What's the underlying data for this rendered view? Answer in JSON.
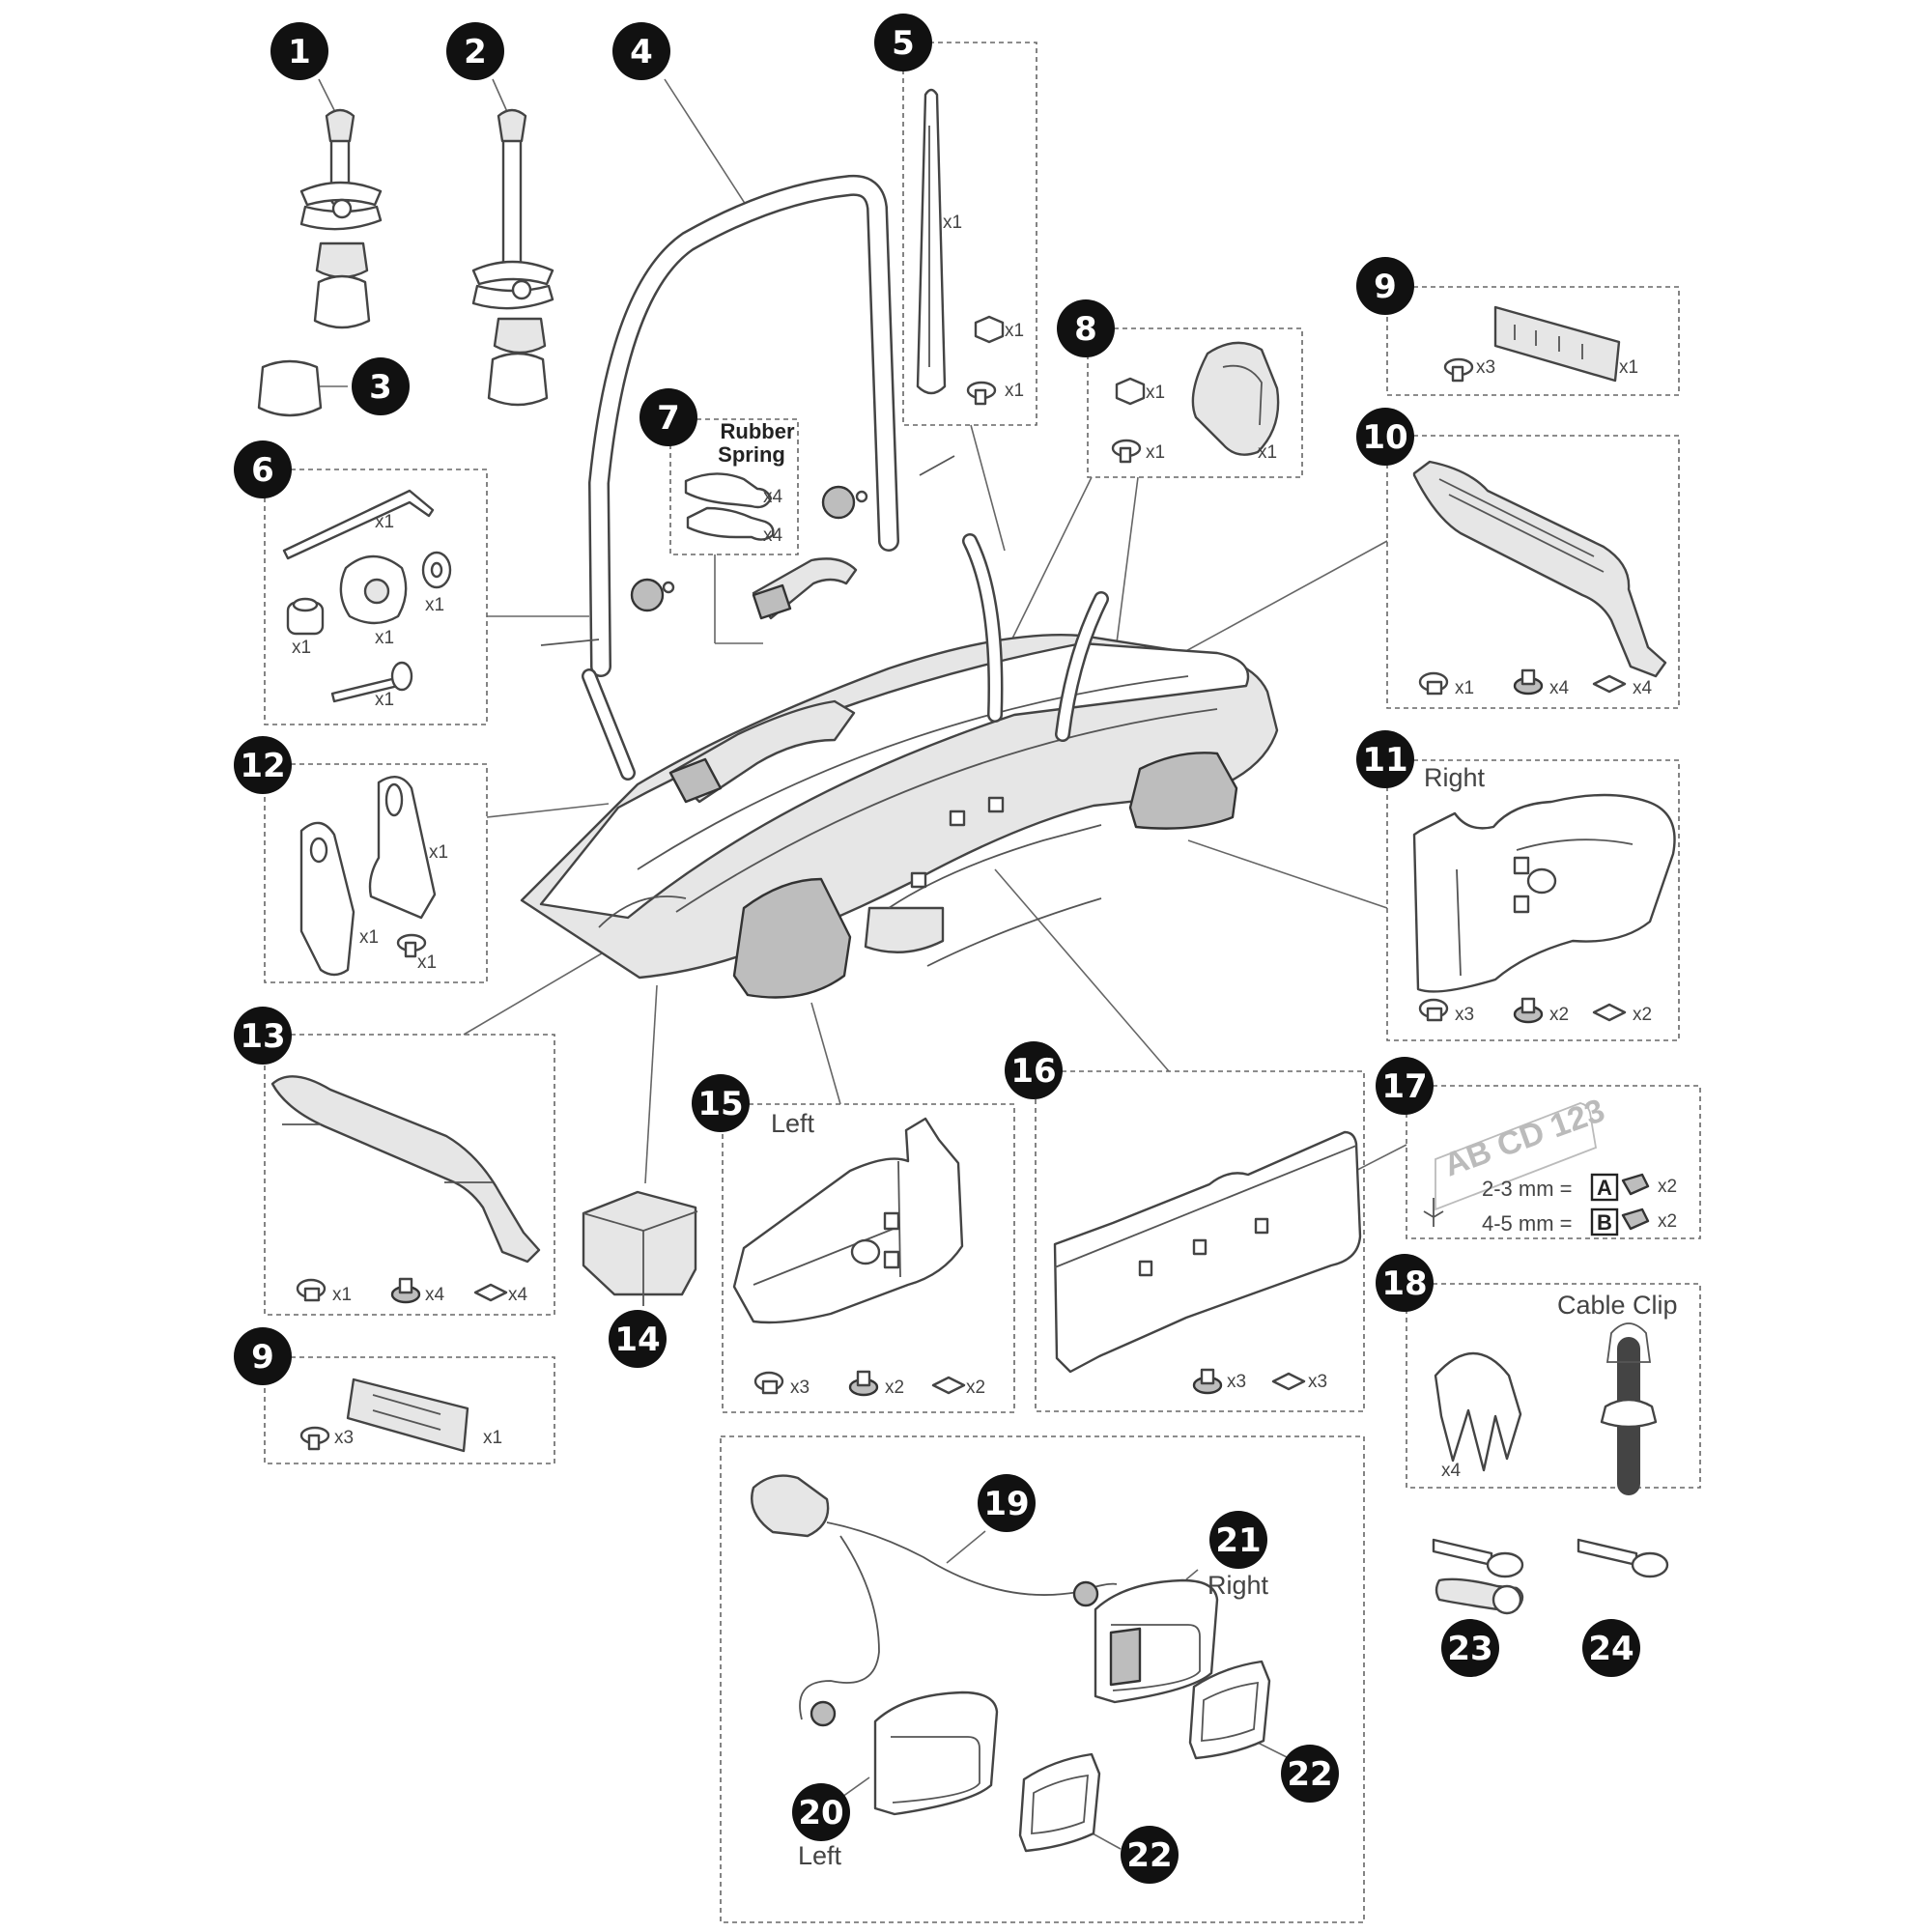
{
  "callouts": {
    "c1": "1",
    "c2": "2",
    "c3": "3",
    "c4": "4",
    "c5": "5",
    "c6": "6",
    "c7": "7",
    "c8": "8",
    "c9a": "9",
    "c9b": "9",
    "c10": "10",
    "c11": "11",
    "c12": "12",
    "c13": "13",
    "c14": "14",
    "c15": "15",
    "c16": "16",
    "c17": "17",
    "c18": "18",
    "c19": "19",
    "c20": "20",
    "c21": "21",
    "c22a": "22",
    "c22b": "22",
    "c23": "23",
    "c24": "24"
  },
  "labels": {
    "rubber_spring_1": "Rubber",
    "rubber_spring_2": "Spring",
    "right_11": "Right",
    "left_15": "Left",
    "cable_clip": "Cable Clip",
    "right_21": "Right",
    "left_20": "Left",
    "plate_text": "AB CD 123",
    "spec_a": "2-3 mm =",
    "spec_a_letter": "A",
    "spec_b": "4-5 mm =",
    "spec_b_letter": "B"
  },
  "quantities": {
    "p5_strap": "x1",
    "p5_nut": "x1",
    "p5_screw": "x1",
    "p6_key": "x1",
    "p6_spacer": "x1",
    "p6_knob": "x1",
    "p6_washer": "x1",
    "p6_bolt": "x1",
    "p7_a": "x4",
    "p7_b": "x4",
    "p8_nut": "x1",
    "p8_screw": "x1",
    "p8_clip": "x1",
    "p9a_screw": "x3",
    "p9a_part": "x1",
    "p10_screw": "x1",
    "p10_clip": "x4",
    "p10_nut": "x4",
    "p11_screw": "x3",
    "p11_clip": "x2",
    "p11_nut": "x2",
    "p12_part": "x1",
    "p12_part2": "x1",
    "p12_screw": "x1",
    "p13_screw": "x1",
    "p13_clip": "x4",
    "p13_nut": "x4",
    "p9b_screw": "x3",
    "p9b_part": "x1",
    "p15_screw": "x3",
    "p15_clip": "x2",
    "p15_nut": "x2",
    "p16_clip": "x3",
    "p16_nut": "x3",
    "p17_a": "x2",
    "p17_b": "x2",
    "p18_clip": "x4"
  }
}
